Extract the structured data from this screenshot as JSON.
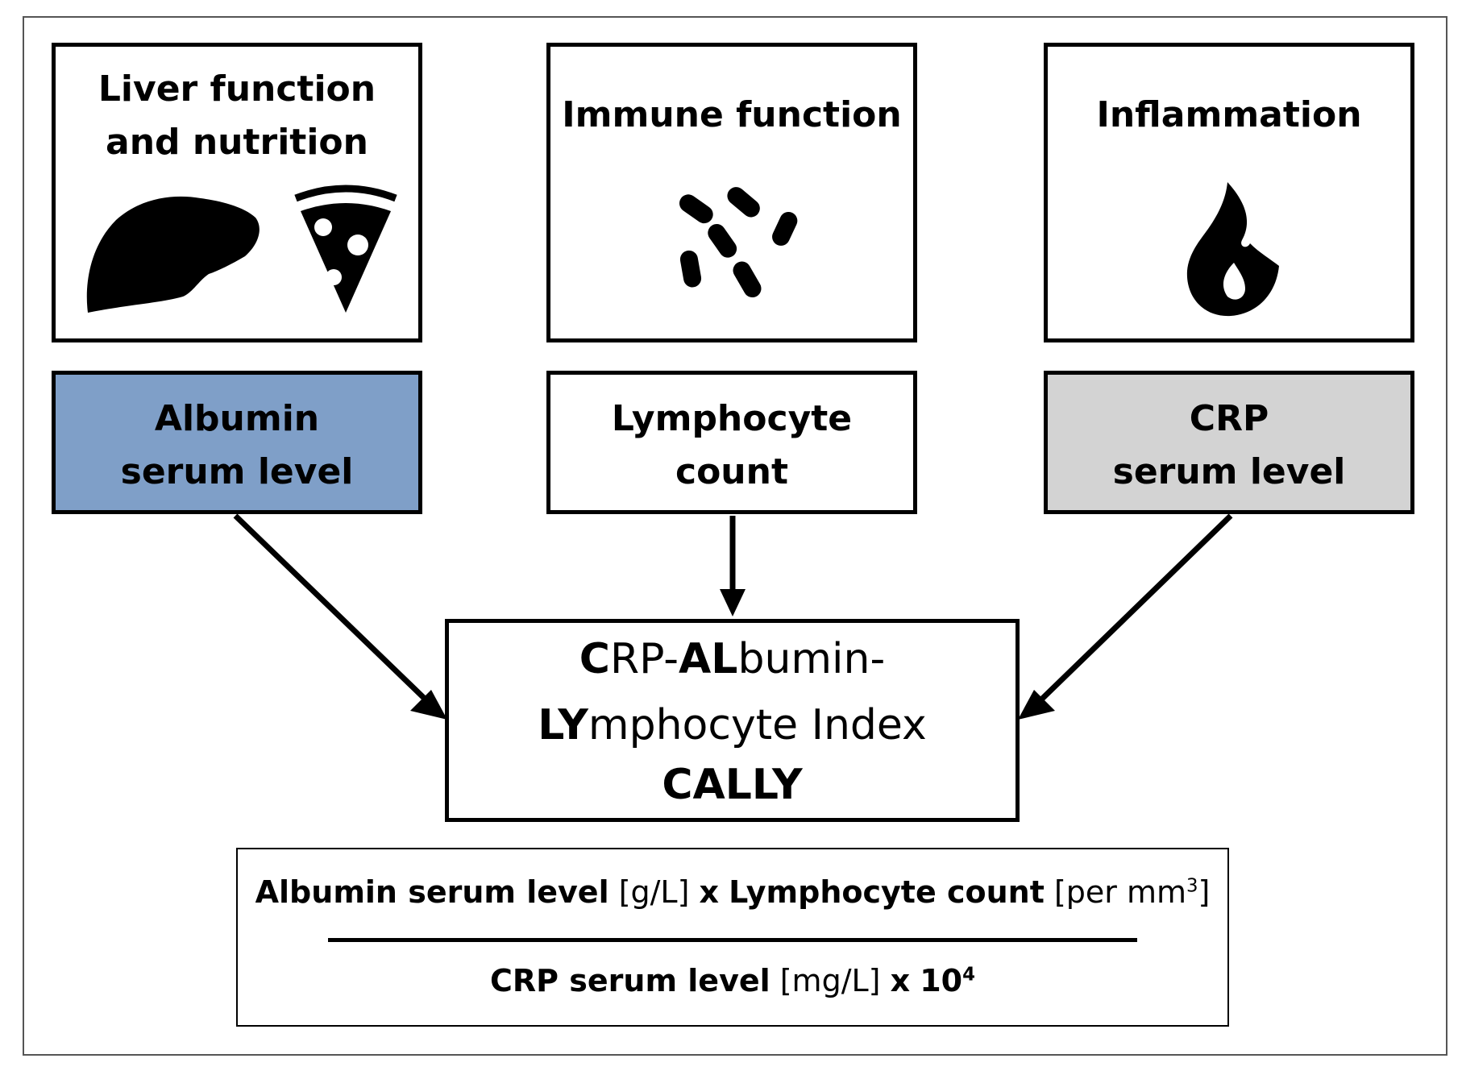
{
  "categories": [
    {
      "title": "Liver function and nutrition",
      "title_lines": [
        "Liver function",
        "and nutrition"
      ],
      "icons": [
        "liver-icon",
        "pizza-icon"
      ]
    },
    {
      "title": "Immune function",
      "title_lines": [
        "Immune function"
      ],
      "icons": [
        "lymphocytes-icon"
      ]
    },
    {
      "title": "Inflammation",
      "title_lines": [
        "Inflammation"
      ],
      "icons": [
        "flame-icon"
      ]
    }
  ],
  "measures": [
    {
      "lines": [
        "Albumin",
        "serum level"
      ],
      "color": "#7f9fc8"
    },
    {
      "lines": [
        "Lymphocyte",
        "count"
      ],
      "color": "#ffffff"
    },
    {
      "lines": [
        "CRP",
        "serum level"
      ],
      "color": "#d3d3d3"
    }
  ],
  "index": {
    "line1": {
      "b1": "C",
      "t1": "RP-",
      "b2": "AL",
      "t2": "bumin-"
    },
    "line2": {
      "b1": "LY",
      "t1": "mphocyte Index"
    },
    "short": "CALLY"
  },
  "formula": {
    "numerator": {
      "term1": "Albumin serum level",
      "unit1": "[g/L]",
      "op": "x",
      "term2": "Lymphocyte count",
      "unit2_prefix": "[per mm",
      "unit2_sup": "3",
      "unit2_suffix": "]"
    },
    "denominator": {
      "term": "CRP serum level",
      "unit": "[mg/L]",
      "op": "x",
      "factor_base": "10",
      "factor_sup": "4"
    }
  },
  "colors": {
    "albumin": "#7f9fc8",
    "crp": "#d3d3d3",
    "stroke": "#000000"
  }
}
